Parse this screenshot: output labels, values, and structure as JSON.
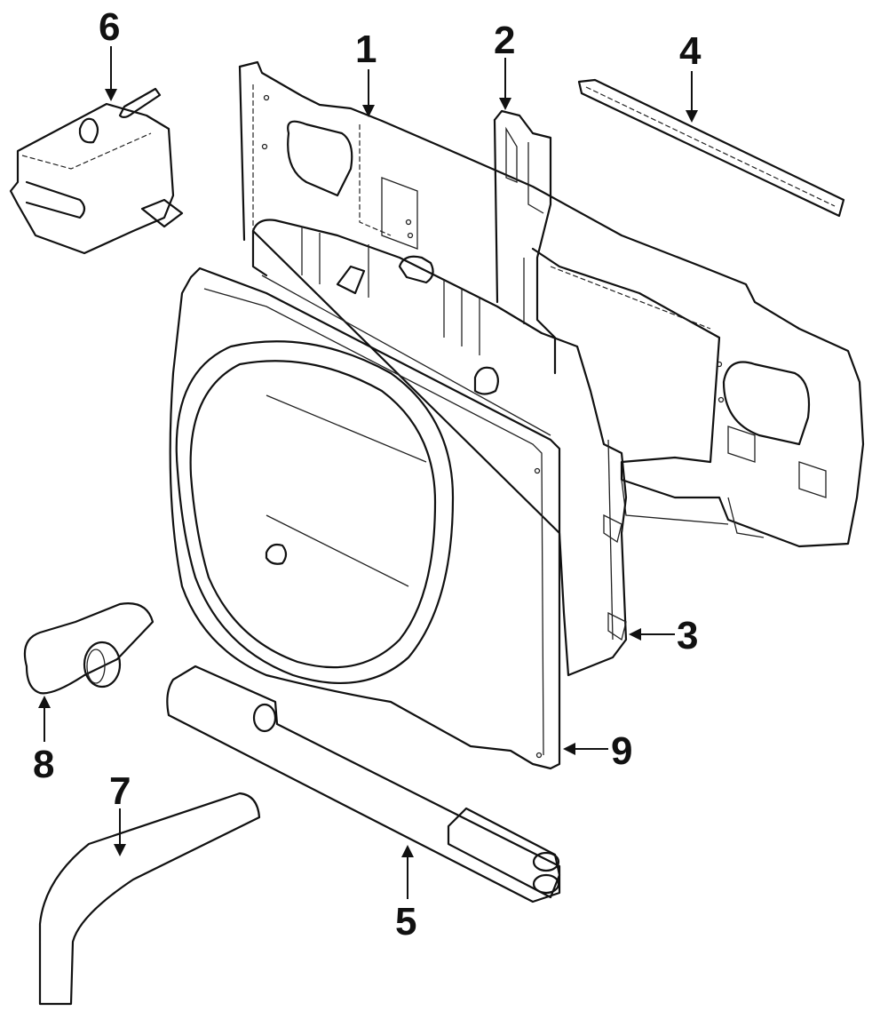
{
  "diagram": {
    "type": "exploded-parts-diagram",
    "subject": "radiator, support and shroud assembly",
    "line_color": "#111111",
    "background": "#ffffff",
    "callouts": [
      {
        "id": "1",
        "label": "1",
        "part": "radiator support panel"
      },
      {
        "id": "2",
        "label": "2",
        "part": "support bracket"
      },
      {
        "id": "3",
        "label": "3",
        "part": "radiator"
      },
      {
        "id": "4",
        "label": "4",
        "part": "upper seal strip"
      },
      {
        "id": "5",
        "label": "5",
        "part": "hose pair"
      },
      {
        "id": "6",
        "label": "6",
        "part": "coolant reservoir"
      },
      {
        "id": "7",
        "label": "7",
        "part": "lower hose"
      },
      {
        "id": "8",
        "label": "8",
        "part": "upper hose"
      },
      {
        "id": "9",
        "label": "9",
        "part": "fan shroud"
      }
    ]
  }
}
